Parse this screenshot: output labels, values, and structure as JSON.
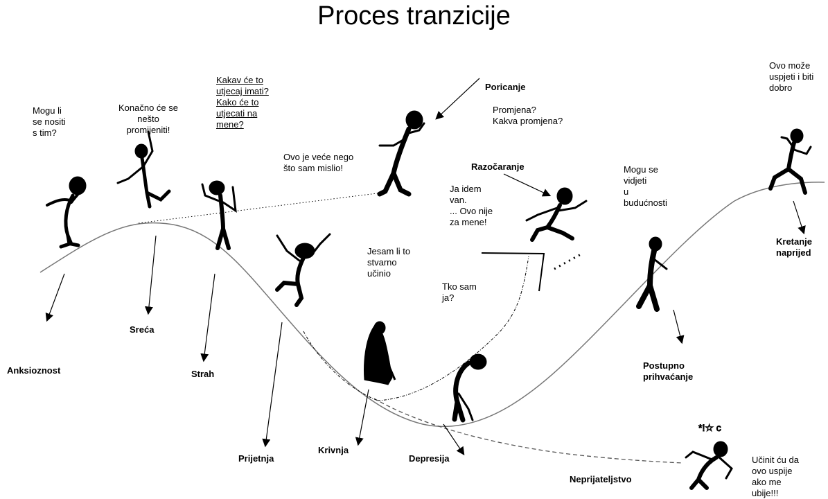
{
  "title": "Proces tranzicije",
  "stages": {
    "anksioznost": "Anksioznost",
    "reca": "Sreća",
    "strah": "Strah",
    "prijetnja": "Prijetnja",
    "krivnja": "Krivnja",
    "depresija": "Depresija",
    "neprijateljstvo": "Neprijateljstvo",
    "postupno_prihvacanje": "Postupno\nprihvaćanje",
    "kretanje_naprijed": "Kretanje\nnaprijed",
    "poricanje": "Poricanje",
    "razocaranje": "Razočaranje"
  },
  "quotes": {
    "mogu_li": "Mogu li\nse nositi\ns tim?",
    "konacno": "Konačno će se\nnešto\npromijeniti!",
    "kakav": "Kakav će to\nutjecaj imati?\nKako će to\nutjecati na\nmene?",
    "vece": "Ovo je veće nego\nšto sam mislio!",
    "promjena": "Promjena?\nKakva promjena?",
    "idem_van": "Ja idem\nvan.\n... Ovo nije\nza mene!",
    "jesam_li": "Jesam li to\nstvarno\nučinio",
    "tko_sam": "Tko sam\nja?",
    "mogu_se": "Mogu se\nvidjeti\nu\nbudućnosti",
    "ovo_moze": "Ovo može\nuspjeti i biti\ndobro",
    "ucinit": "Učinit ću da\novo uspije\nako me\nubije!!!"
  },
  "colors": {
    "curve": "#777777",
    "ink": "#000000"
  }
}
